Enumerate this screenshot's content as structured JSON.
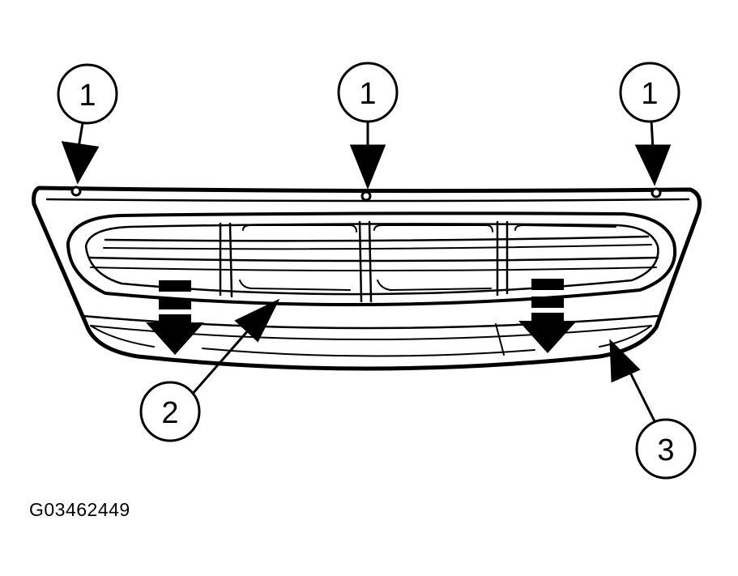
{
  "figure_id": "G03462449",
  "callouts": [
    {
      "label": "1"
    },
    {
      "label": "1"
    },
    {
      "label": "1"
    },
    {
      "label": "2"
    },
    {
      "label": "3"
    }
  ],
  "colors": {
    "ink": "#000000",
    "paper": "#ffffff"
  }
}
